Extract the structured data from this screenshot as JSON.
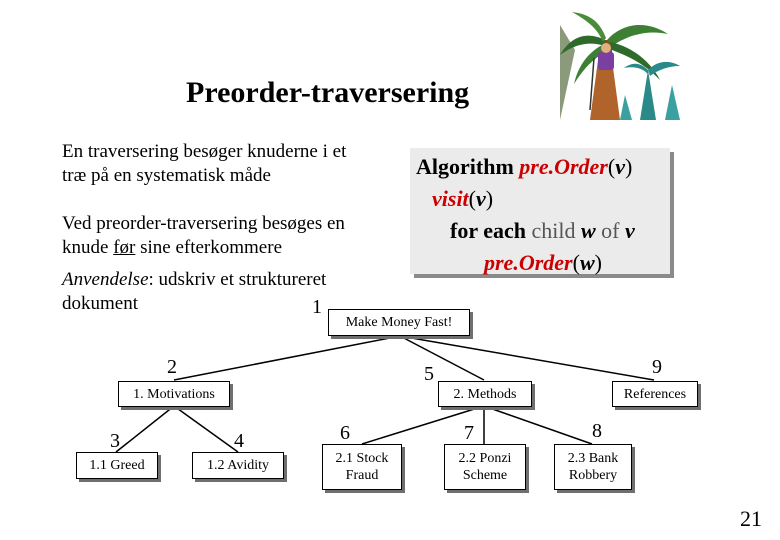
{
  "title": "Preorder-traversering",
  "para1": {
    "line1": "En traversering besøger knuderne i et",
    "line2": "træ på en systematisk måde"
  },
  "para2": {
    "line1": "Ved preorder-traversering besøges en",
    "line2_a": "knude ",
    "line2_b": "før",
    "line2_c": " sine efterkommere"
  },
  "para3": {
    "line1_a": "Anvendelse",
    "line1_b": ": udskriv et struktureret",
    "line2": "dokument"
  },
  "algorithm": {
    "l1_a": "Algorithm ",
    "l1_b": "pre.Order",
    "l1_c": "(",
    "l1_d": "v",
    "l1_e": ")",
    "l2_a": "visit",
    "l2_b": "(",
    "l2_c": "v",
    "l2_d": ")",
    "l3_a": "for each ",
    "l3_b": "child ",
    "l3_c": "w",
    "l3_d": " of ",
    "l3_e": "v",
    "l4_a": "pre.Order",
    "l4_b": "(",
    "l4_c": "w",
    "l4_d": ")"
  },
  "tree": {
    "root": "Make Money Fast!",
    "motivations": "1. Motivations",
    "methods": "2. Methods",
    "references": "References",
    "greed": "1.1 Greed",
    "avidity": "1.2 Avidity",
    "stock_1": "2.1 Stock",
    "stock_2": "Fraud",
    "ponzi_1": "2.2 Ponzi",
    "ponzi_2": "Scheme",
    "bank_1": "2.3 Bank",
    "bank_2": "Robbery"
  },
  "order_numbers": [
    "1",
    "2",
    "3",
    "4",
    "5",
    "6",
    "7",
    "8",
    "9"
  ],
  "page_number": "21",
  "logo_icon": "palm-tree-illustration"
}
